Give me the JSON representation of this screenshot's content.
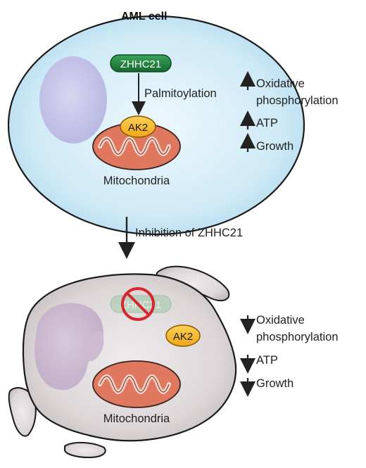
{
  "title": "AML cell",
  "top_cell": {
    "enzyme_label": "ZHHC21",
    "arrow_label": "Palmitoylation",
    "target_label": "AK2",
    "organelle_label": "Mitochondria",
    "effects": [
      {
        "direction": "up",
        "line1": "Oxidative",
        "line2": "phosphorylation"
      },
      {
        "direction": "up",
        "line1": "ATP"
      },
      {
        "direction": "up",
        "line1": "Growth"
      }
    ]
  },
  "transition_label": "Inhibition of ZHHC21",
  "bottom_cell": {
    "enzyme_label": "ZHHC21",
    "target_label": "AK2",
    "organelle_label": "Mitochondria",
    "effects": [
      {
        "direction": "down",
        "line1": "Oxidative",
        "line2": "phosphorylation"
      },
      {
        "direction": "down",
        "line1": "ATP"
      },
      {
        "direction": "down",
        "line1": "Growth"
      }
    ]
  },
  "colors": {
    "cell_top": "#bfe3f3",
    "cell_bottom": "#d6d0d1",
    "nucleus": "#c9c4e6",
    "enzyme_green": "#1f7a3a",
    "ak2_yellow": "#f5b622",
    "mito_fill": "#e27a62",
    "inhibit_red": "#d7262e"
  }
}
